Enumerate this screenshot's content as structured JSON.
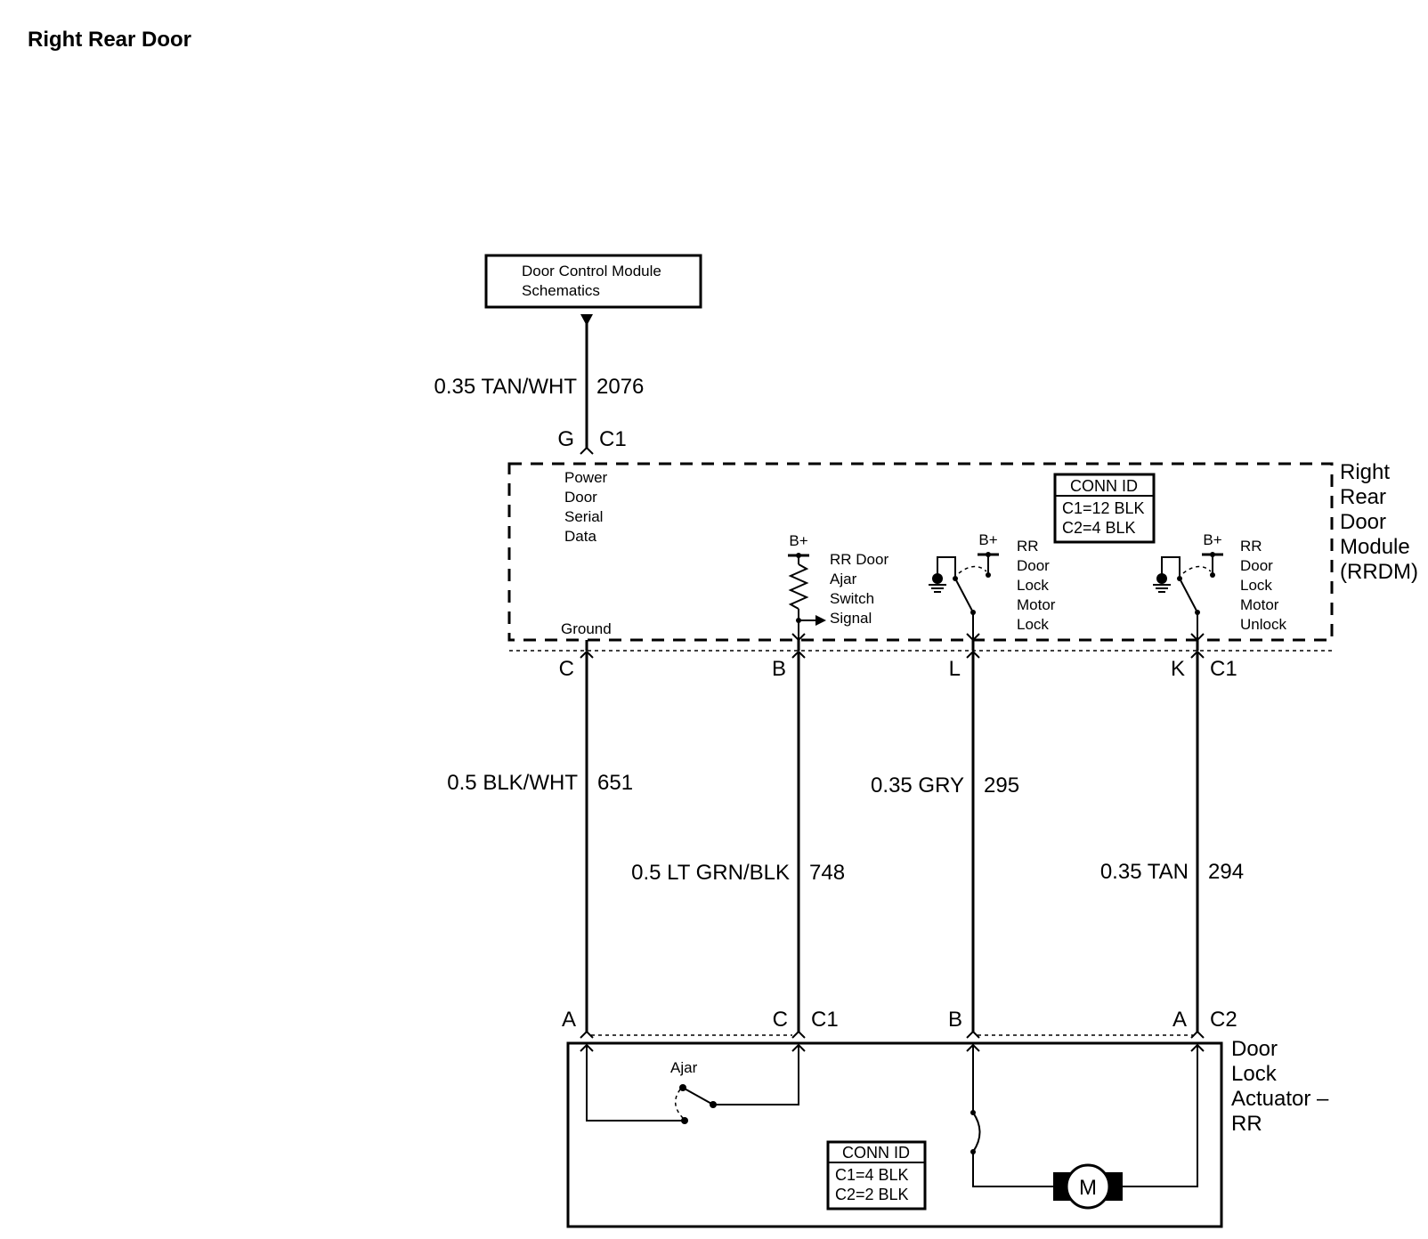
{
  "page_title": "Right Rear Door",
  "ref_box": {
    "line1": "Door Control Module",
    "line2": "Schematics"
  },
  "top_wire": {
    "label": "0.35 TAN/WHT",
    "circuit": "2076",
    "pin": "G",
    "connector": "C1"
  },
  "module": {
    "name_lines": [
      "Right",
      "Rear",
      "Door",
      "Module",
      "(RRDM)"
    ],
    "serial_data_lines": [
      "Power",
      "Door",
      "Serial",
      "Data"
    ],
    "ground_label": "Ground",
    "ajar_signal_lines": [
      "RR Door",
      "Ajar",
      "Switch",
      "Signal"
    ],
    "lock_motor_lines": [
      "RR",
      "Door",
      "Lock",
      "Motor",
      "Lock"
    ],
    "unlock_motor_lines": [
      "RR",
      "Door",
      "Lock",
      "Motor",
      "Unlock"
    ],
    "bplus": "B+",
    "conn_id": {
      "title": "CONN ID",
      "line1": "C1=12 BLK",
      "line2": "C2=4 BLK"
    },
    "pins": [
      "C",
      "B",
      "L",
      "K"
    ],
    "connector": "C1"
  },
  "wires": [
    {
      "label": "0.5 BLK/WHT",
      "circuit": "651"
    },
    {
      "label": "0.5 LT GRN/BLK",
      "circuit": "748"
    },
    {
      "label": "0.35 GRY",
      "circuit": "295"
    },
    {
      "label": "0.35 TAN",
      "circuit": "294"
    }
  ],
  "actuator": {
    "name_lines": [
      "Door",
      "Lock",
      "Actuator –",
      "RR"
    ],
    "pins": [
      "A",
      "C",
      "B",
      "A"
    ],
    "connector_c1": "C1",
    "connector_c2": "C2",
    "switch_label": "Ajar",
    "motor_label": "M",
    "conn_id": {
      "title": "CONN ID",
      "line1": "C1=4 BLK",
      "line2": "C2=2 BLK"
    }
  }
}
